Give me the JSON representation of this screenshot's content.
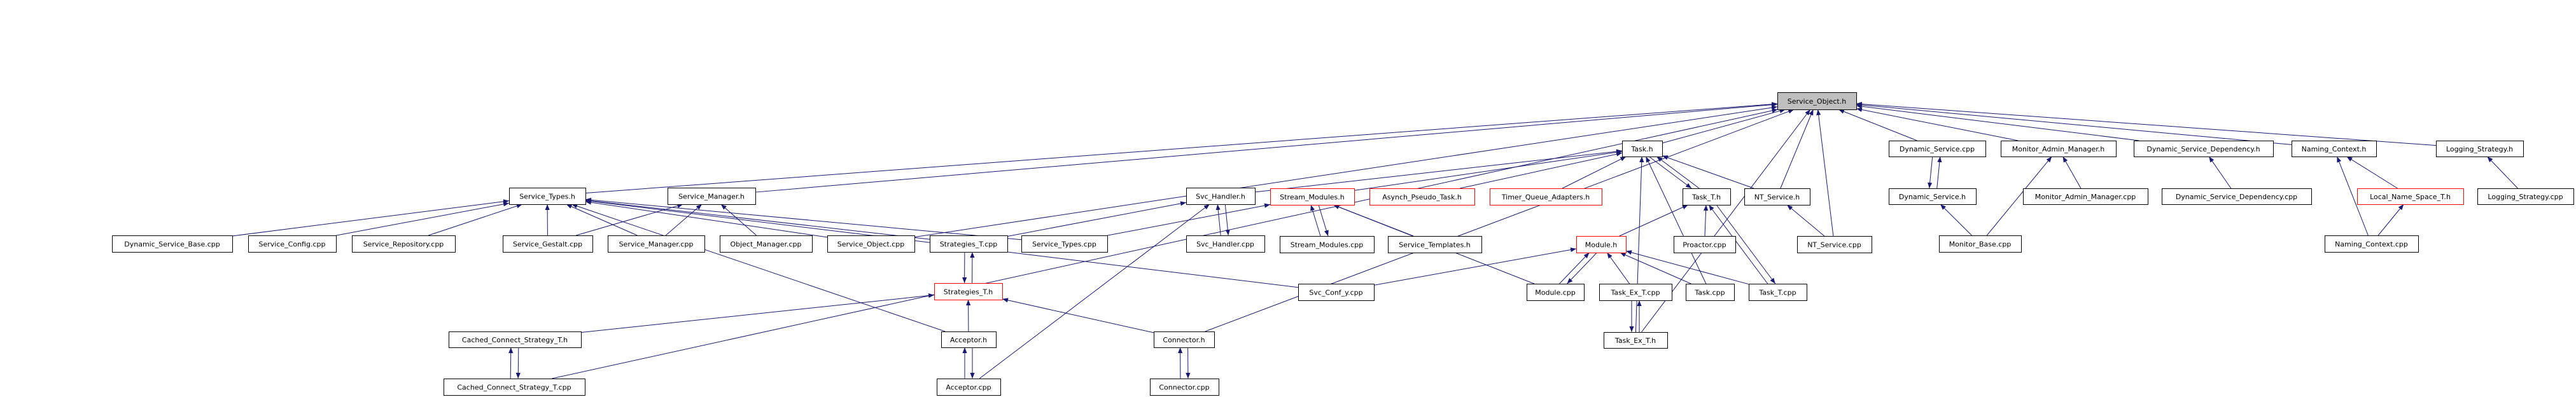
{
  "graph": {
    "type": "include-dependency-graph",
    "colors": {
      "edge": "#191970",
      "root_fill": "#bfbfbf",
      "node_border": "#000000",
      "truncated_border": "#ff0000"
    },
    "nodes": [
      {
        "id": "Service_Object.h",
        "label": "Service_Object.h",
        "style": "root"
      },
      {
        "id": "Service_Types.h",
        "label": "Service_Types.h"
      },
      {
        "id": "Service_Manager.h",
        "label": "Service_Manager.h"
      },
      {
        "id": "Svc_Handler.h",
        "label": "Svc_Handler.h"
      },
      {
        "id": "Task.h",
        "label": "Task.h"
      },
      {
        "id": "Stream_Modules.h",
        "label": "Stream_Modules.h",
        "style": "truncated"
      },
      {
        "id": "Asynch_Pseudo_Task.h",
        "label": "Asynch_Pseudo_Task.h",
        "style": "truncated"
      },
      {
        "id": "Timer_Queue_Adapters.h",
        "label": "Timer_Queue_Adapters.h",
        "style": "truncated"
      },
      {
        "id": "Task_T.h",
        "label": "Task_T.h"
      },
      {
        "id": "NT_Service.h",
        "label": "NT_Service.h"
      },
      {
        "id": "Dynamic_Service.cpp",
        "label": "Dynamic_Service.cpp"
      },
      {
        "id": "Monitor_Admin_Manager.h",
        "label": "Monitor_Admin_Manager.h"
      },
      {
        "id": "Dynamic_Service_Dependency.h",
        "label": "Dynamic_Service_Dependency.h"
      },
      {
        "id": "Naming_Context.h",
        "label": "Naming_Context.h"
      },
      {
        "id": "Logging_Strategy.h",
        "label": "Logging_Strategy.h"
      },
      {
        "id": "Dynamic_Service.h",
        "label": "Dynamic_Service.h"
      },
      {
        "id": "Monitor_Admin_Manager.cpp",
        "label": "Monitor_Admin_Manager.cpp"
      },
      {
        "id": "Dynamic_Service_Dependency.cpp",
        "label": "Dynamic_Service_Dependency.cpp"
      },
      {
        "id": "Local_Name_Space_T.h",
        "label": "Local_Name_Space_T.h",
        "style": "truncated"
      },
      {
        "id": "Logging_Strategy.cpp",
        "label": "Logging_Strategy.cpp"
      },
      {
        "id": "Monitor_Base.cpp",
        "label": "Monitor_Base.cpp"
      },
      {
        "id": "Naming_Context.cpp",
        "label": "Naming_Context.cpp"
      },
      {
        "id": "Dynamic_Service_Base.cpp",
        "label": "Dynamic_Service_Base.cpp"
      },
      {
        "id": "Service_Config.cpp",
        "label": "Service_Config.cpp"
      },
      {
        "id": "Service_Repository.cpp",
        "label": "Service_Repository.cpp"
      },
      {
        "id": "Service_Gestalt.cpp",
        "label": "Service_Gestalt.cpp"
      },
      {
        "id": "Service_Manager.cpp",
        "label": "Service_Manager.cpp"
      },
      {
        "id": "Object_Manager.cpp",
        "label": "Object_Manager.cpp"
      },
      {
        "id": "Service_Object.cpp",
        "label": "Service_Object.cpp"
      },
      {
        "id": "Strategies_T.cpp",
        "label": "Strategies_T.cpp"
      },
      {
        "id": "Service_Types.cpp",
        "label": "Service_Types.cpp"
      },
      {
        "id": "Svc_Handler.cpp",
        "label": "Svc_Handler.cpp"
      },
      {
        "id": "Stream_Modules.cpp",
        "label": "Stream_Modules.cpp"
      },
      {
        "id": "Service_Templates.h",
        "label": "Service_Templates.h"
      },
      {
        "id": "Module.h",
        "label": "Module.h",
        "style": "truncated"
      },
      {
        "id": "Proactor.cpp",
        "label": "Proactor.cpp"
      },
      {
        "id": "NT_Service.cpp",
        "label": "NT_Service.cpp"
      },
      {
        "id": "Strategies_T.h",
        "label": "Strategies_T.h",
        "style": "truncated"
      },
      {
        "id": "Svc_Conf_y.cpp",
        "label": "Svc_Conf_y.cpp"
      },
      {
        "id": "Module.cpp",
        "label": "Module.cpp"
      },
      {
        "id": "Task_Ex_T.cpp",
        "label": "Task_Ex_T.cpp"
      },
      {
        "id": "Task.cpp",
        "label": "Task.cpp"
      },
      {
        "id": "Task_T.cpp",
        "label": "Task_T.cpp"
      },
      {
        "id": "Cached_Connect_Strategy_T.h",
        "label": "Cached_Connect_Strategy_T.h"
      },
      {
        "id": "Acceptor.h",
        "label": "Acceptor.h"
      },
      {
        "id": "Connector.h",
        "label": "Connector.h"
      },
      {
        "id": "Task_Ex_T.h",
        "label": "Task_Ex_T.h"
      },
      {
        "id": "Cached_Connect_Strategy_T.cpp",
        "label": "Cached_Connect_Strategy_T.cpp"
      },
      {
        "id": "Acceptor.cpp",
        "label": "Acceptor.cpp"
      },
      {
        "id": "Connector.cpp",
        "label": "Connector.cpp"
      }
    ],
    "edges": [
      [
        "Service_Types.h",
        "Service_Object.h"
      ],
      [
        "Service_Manager.h",
        "Service_Object.h"
      ],
      [
        "Service_Object.cpp",
        "Service_Object.h"
      ],
      [
        "Connector.h",
        "Service_Object.h"
      ],
      [
        "Task.h",
        "Service_Object.h"
      ],
      [
        "NT_Service.h",
        "Service_Object.h"
      ],
      [
        "NT_Service.cpp",
        "Service_Object.h"
      ],
      [
        "Task_Ex_T.h",
        "Service_Object.h"
      ],
      [
        "Dynamic_Service.cpp",
        "Service_Object.h"
      ],
      [
        "Monitor_Admin_Manager.h",
        "Service_Object.h"
      ],
      [
        "Dynamic_Service_Dependency.h",
        "Service_Object.h"
      ],
      [
        "Naming_Context.h",
        "Service_Object.h"
      ],
      [
        "Logging_Strategy.h",
        "Service_Object.h"
      ],
      [
        "Cached_Connect_Strategy_T.cpp",
        "Service_Object.h"
      ],
      [
        "Dynamic_Service_Base.cpp",
        "Service_Types.h"
      ],
      [
        "Service_Config.cpp",
        "Service_Types.h"
      ],
      [
        "Service_Repository.cpp",
        "Service_Types.h"
      ],
      [
        "Service_Gestalt.cpp",
        "Service_Types.h"
      ],
      [
        "Service_Manager.cpp",
        "Service_Types.h"
      ],
      [
        "Service_Object.cpp",
        "Service_Types.h"
      ],
      [
        "Strategies_T.cpp",
        "Service_Types.h"
      ],
      [
        "Service_Types.cpp",
        "Service_Types.h"
      ],
      [
        "Svc_Conf_y.cpp",
        "Service_Types.h"
      ],
      [
        "Acceptor.h",
        "Service_Types.h"
      ],
      [
        "Service_Gestalt.cpp",
        "Service_Manager.h"
      ],
      [
        "Service_Manager.cpp",
        "Service_Manager.h"
      ],
      [
        "Object_Manager.cpp",
        "Service_Manager.h"
      ],
      [
        "Strategies_T.cpp",
        "Svc_Handler.h"
      ],
      [
        "Svc_Handler.cpp",
        "Svc_Handler.h"
      ],
      [
        "Svc_Handler.h",
        "Svc_Handler.cpp"
      ],
      [
        "Acceptor.cpp",
        "Svc_Handler.h"
      ],
      [
        "Service_Types.cpp",
        "Stream_Modules.h"
      ],
      [
        "Stream_Modules.cpp",
        "Stream_Modules.h"
      ],
      [
        "Stream_Modules.h",
        "Stream_Modules.cpp"
      ],
      [
        "Service_Templates.h",
        "Stream_Modules.h"
      ],
      [
        "Module.cpp",
        "Stream_Modules.h"
      ],
      [
        "Svc_Handler.h",
        "Task.h"
      ],
      [
        "Stream_Modules.h",
        "Task.h"
      ],
      [
        "Asynch_Pseudo_Task.h",
        "Task.h"
      ],
      [
        "Timer_Queue_Adapters.h",
        "Task.h"
      ],
      [
        "Task_T.h",
        "Task.h"
      ],
      [
        "Task.h",
        "Task_T.h"
      ],
      [
        "NT_Service.h",
        "Task.h"
      ],
      [
        "Task_Ex_T.h",
        "Task.h"
      ],
      [
        "Task.cpp",
        "Task.h"
      ],
      [
        "Module.h",
        "Task_T.h"
      ],
      [
        "Proactor.cpp",
        "Task_T.h"
      ],
      [
        "Task_T.cpp",
        "Task_T.h"
      ],
      [
        "Task_T.h",
        "Task_T.cpp"
      ],
      [
        "NT_Service.cpp",
        "NT_Service.h"
      ],
      [
        "Svc_Conf_y.cpp",
        "Module.h"
      ],
      [
        "Module.cpp",
        "Module.h"
      ],
      [
        "Module.h",
        "Module.cpp"
      ],
      [
        "Task_Ex_T.cpp",
        "Module.h"
      ],
      [
        "Task.cpp",
        "Module.h"
      ],
      [
        "Task_T.cpp",
        "Module.h"
      ],
      [
        "Task_Ex_T.h",
        "Task_Ex_T.cpp"
      ],
      [
        "Task_Ex_T.cpp",
        "Task_Ex_T.h"
      ],
      [
        "Strategies_T.h",
        "Strategies_T.cpp"
      ],
      [
        "Strategies_T.cpp",
        "Strategies_T.h"
      ],
      [
        "Cached_Connect_Strategy_T.h",
        "Strategies_T.h"
      ],
      [
        "Acceptor.h",
        "Strategies_T.h"
      ],
      [
        "Connector.h",
        "Strategies_T.h"
      ],
      [
        "Acceptor.h",
        "Acceptor.cpp"
      ],
      [
        "Acceptor.cpp",
        "Acceptor.h"
      ],
      [
        "Connector.h",
        "Connector.cpp"
      ],
      [
        "Connector.cpp",
        "Connector.h"
      ],
      [
        "Cached_Connect_Strategy_T.h",
        "Cached_Connect_Strategy_T.cpp"
      ],
      [
        "Cached_Connect_Strategy_T.cpp",
        "Cached_Connect_Strategy_T.h"
      ],
      [
        "Dynamic_Service.cpp",
        "Dynamic_Service.h"
      ],
      [
        "Dynamic_Service.h",
        "Dynamic_Service.cpp"
      ],
      [
        "Monitor_Base.cpp",
        "Dynamic_Service.h"
      ],
      [
        "Monitor_Base.cpp",
        "Monitor_Admin_Manager.h"
      ],
      [
        "Monitor_Admin_Manager.cpp",
        "Monitor_Admin_Manager.h"
      ],
      [
        "Dynamic_Service_Dependency.cpp",
        "Dynamic_Service_Dependency.h"
      ],
      [
        "Naming_Context.cpp",
        "Naming_Context.h"
      ],
      [
        "Naming_Context.cpp",
        "Local_Name_Space_T.h"
      ],
      [
        "Local_Name_Space_T.h",
        "Naming_Context.h"
      ],
      [
        "Logging_Strategy.cpp",
        "Logging_Strategy.h"
      ]
    ]
  }
}
